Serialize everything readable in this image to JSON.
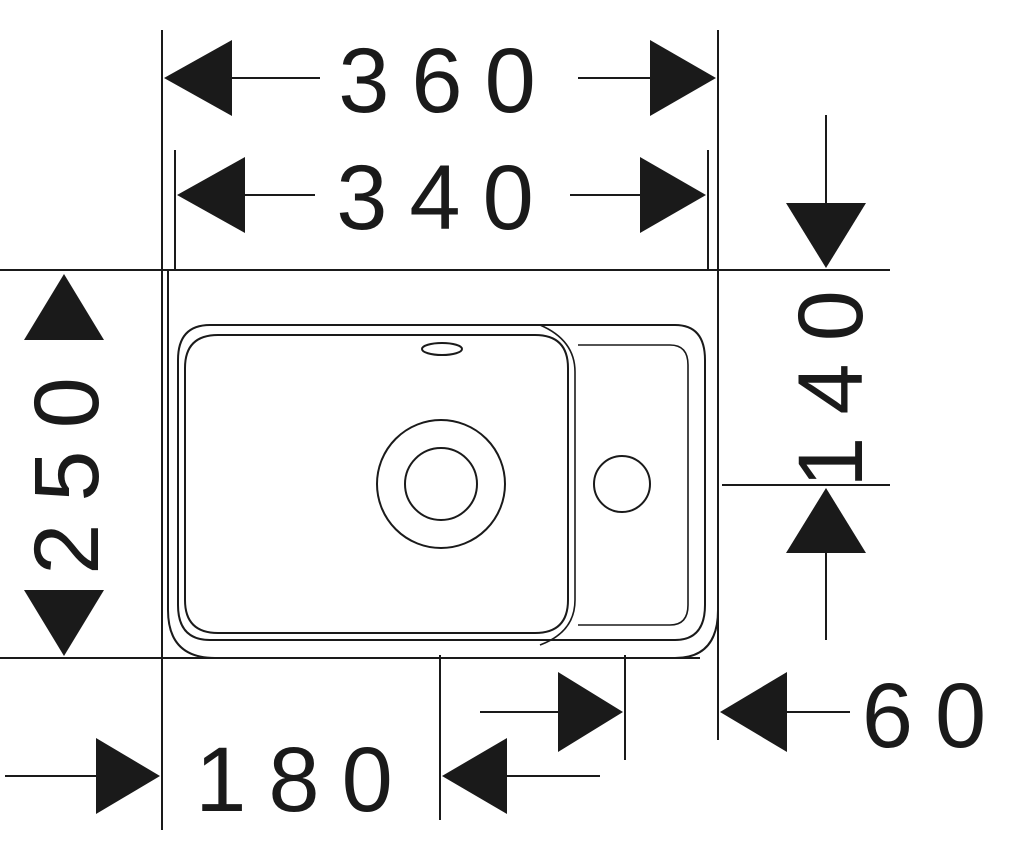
{
  "dimensions": {
    "overall_width": "360",
    "inner_width": "340",
    "depth": "250",
    "tap_offset": "140",
    "drain_offset": "180",
    "side_offset": "60"
  }
}
